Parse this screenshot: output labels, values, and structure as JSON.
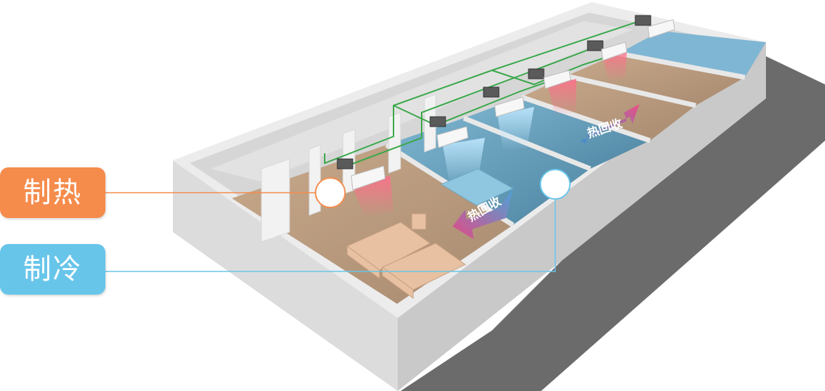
{
  "legend": {
    "heating": {
      "label": "制热",
      "color": "#f58c4c"
    },
    "cooling": {
      "label": "制冷",
      "color": "#68c5ea"
    }
  },
  "heat_recovery_labels": [
    "热回收",
    "热回收"
  ],
  "colors": {
    "warm_floor": "#b89a7e",
    "cool_floor": "#5d95b2",
    "pipe": "#3aa84a",
    "wall": "#e6e6e6",
    "shadow": "#6b6b6b",
    "indoor_unit": "#f4f4f4"
  },
  "icons": [
    "wall-mounted-ac-unit",
    "ceiling-heat-pump-unit",
    "heat-recovery-arrow",
    "bed"
  ]
}
